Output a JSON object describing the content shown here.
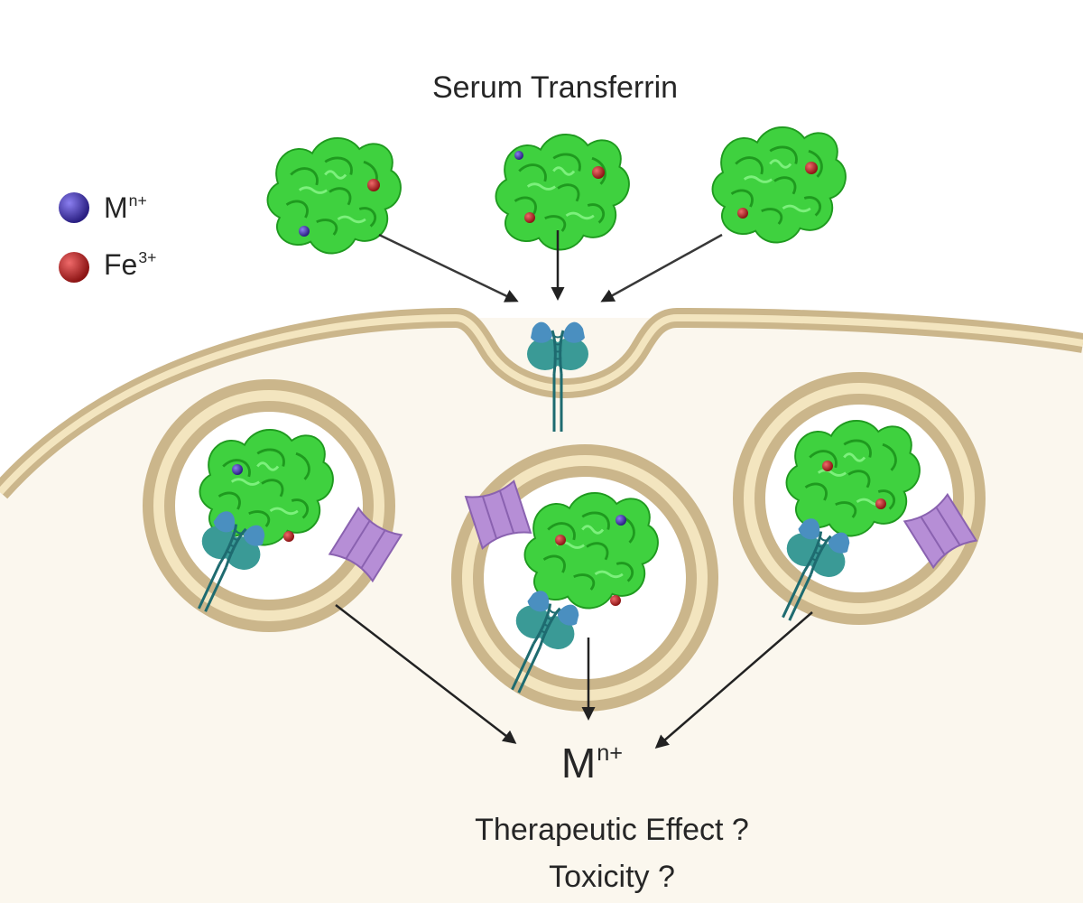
{
  "title": "Serum Transferrin",
  "legend": {
    "metal_ion": {
      "base": "M",
      "charge": "n+",
      "color": "#3b2f9e"
    },
    "iron_ion": {
      "base": "Fe",
      "charge": "3+",
      "color": "#b01e1e"
    }
  },
  "result_ion": {
    "base": "M",
    "charge": "n+"
  },
  "questions": {
    "effect": "Therapeutic Effect ?",
    "toxicity": "Toxicity ?"
  },
  "colors": {
    "protein": "#3fd13f",
    "membrane": "#cbb68b",
    "membrane_inner": "#f3e5bf",
    "cytoplasm": "#fbf7ee",
    "receptor_teal": "#3a9a96",
    "receptor_blue": "#4a8fc0",
    "channel": "#b68ed6",
    "arrow": "#222222"
  }
}
